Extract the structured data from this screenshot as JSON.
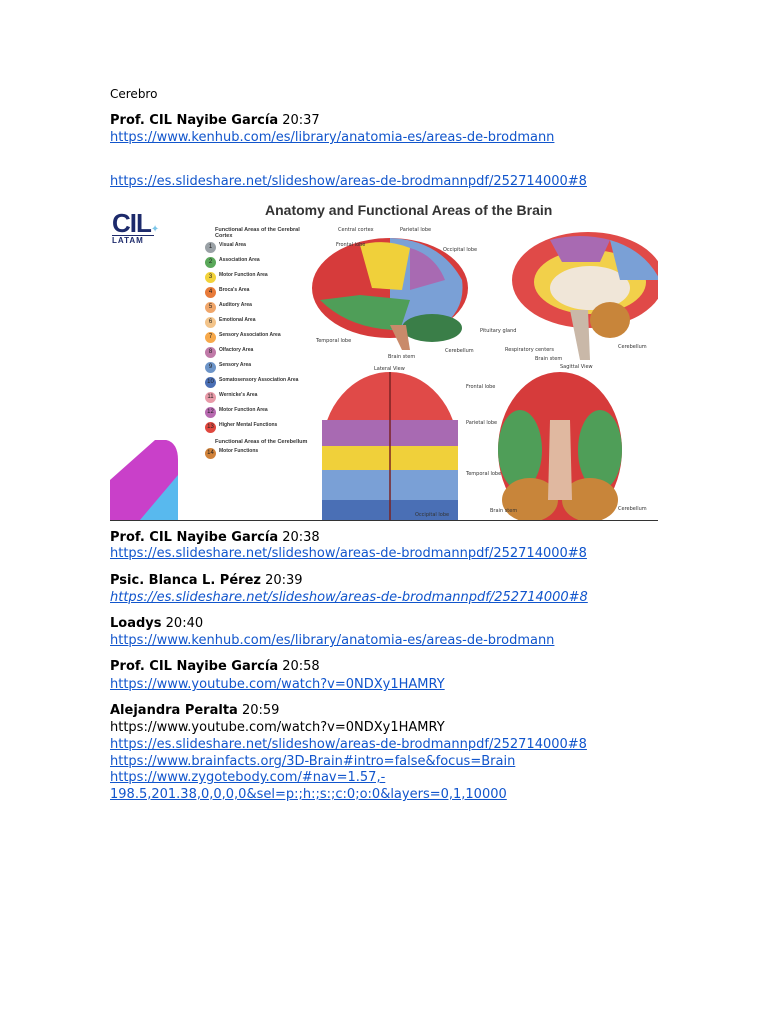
{
  "heading": "Cerebro",
  "entries": [
    {
      "name": "Prof. CIL Nayibe García",
      "time": "20:37",
      "links": [
        "https://www.kenhub.com/es/library/anatomia-es/areas-de-brodmann"
      ]
    },
    {
      "link_after_gap": "https://es.slideshare.net/slideshow/areas-de-brodmannpdf/252714000#8"
    },
    {
      "name": "Prof. CIL Nayibe García",
      "time": "20:38",
      "links": [
        "https://es.slideshare.net/slideshow/areas-de-brodmannpdf/252714000#8"
      ]
    },
    {
      "name": "Psic. Blanca L. Pérez",
      "time": "20:39",
      "links": [
        "https://es.slideshare.net/slideshow/areas-de-brodmannpdf/252714000#8"
      ]
    },
    {
      "name": "Loadys",
      "time": "20:40",
      "links": [
        "https://www.kenhub.com/es/library/anatomia-es/areas-de-brodmann"
      ]
    },
    {
      "name": "Prof. CIL Nayibe García",
      "time": "20:58",
      "links": [
        "https://www.youtube.com/watch?v=0NDXy1HAMRY"
      ]
    },
    {
      "name": "Alejandra Peralta",
      "time": "20:59",
      "plain": "https://www.youtube.com/watch?v=0NDXy1HAMRY",
      "links": [
        "https://es.slideshare.net/slideshow/areas-de-brodmannpdf/252714000#8",
        "https://www.brainfacts.org/3D-Brain#intro=false&focus=Brain",
        "https://www.zygotebody.com/#nav=1.57,-",
        "198.5,201.38,0,0,0,0&sel=p:;h:;s:;c:0;o:0&layers=0,1,10000"
      ]
    }
  ],
  "figure": {
    "title": "Anatomy and Functional Areas of the Brain",
    "logo": {
      "main": "CIL",
      "sub": "LATAM"
    },
    "legend_header": "Functional Areas of the Cerebral Cortex",
    "legend": [
      {
        "n": "1",
        "label": "Visual Area",
        "color": "#9aa1a6"
      },
      {
        "n": "2",
        "label": "Association Area",
        "color": "#5aa85a"
      },
      {
        "n": "3",
        "label": "Motor Function Area",
        "color": "#f2d23a"
      },
      {
        "n": "4",
        "label": "Broca's Area",
        "color": "#e87b3a"
      },
      {
        "n": "5",
        "label": "Auditory Area",
        "color": "#f0a66a"
      },
      {
        "n": "6",
        "label": "Emotional Area",
        "color": "#f3c48a"
      },
      {
        "n": "7",
        "label": "Sensory Association Area",
        "color": "#f7a94a"
      },
      {
        "n": "8",
        "label": "Olfactory Area",
        "color": "#c07aa8"
      },
      {
        "n": "9",
        "label": "Sensory Area",
        "color": "#6c94c8"
      },
      {
        "n": "10",
        "label": "Somatosensory Association Area",
        "color": "#4a6fb5"
      },
      {
        "n": "11",
        "label": "Wernicke's Area",
        "color": "#e89aa8"
      },
      {
        "n": "12",
        "label": "Motor Function Area",
        "color": "#b86ab0"
      },
      {
        "n": "13",
        "label": "Higher Mental Functions",
        "color": "#e0473e"
      }
    ],
    "cerebellum_header": "Functional Areas of the Cerebellum",
    "cerebellum_item": {
      "n": "14",
      "label": "Motor Functions",
      "color": "#d0823a"
    },
    "labels": {
      "central_cortex": "Central cortex",
      "parietal_lobe": "Parietal lobe",
      "frontal_lobe": "Frontal lobe",
      "occipital_lobe": "Occipital lobe",
      "temporal_lobe": "Temporal lobe",
      "brain_stem": "Brain stem",
      "cerebellum": "Cerebellum",
      "pituitary_gland": "Pituitary gland",
      "respiratory_centers": "Respiratory centers",
      "sagittal_view": "Sagittal View",
      "lateral_view": "Lateral View"
    }
  }
}
